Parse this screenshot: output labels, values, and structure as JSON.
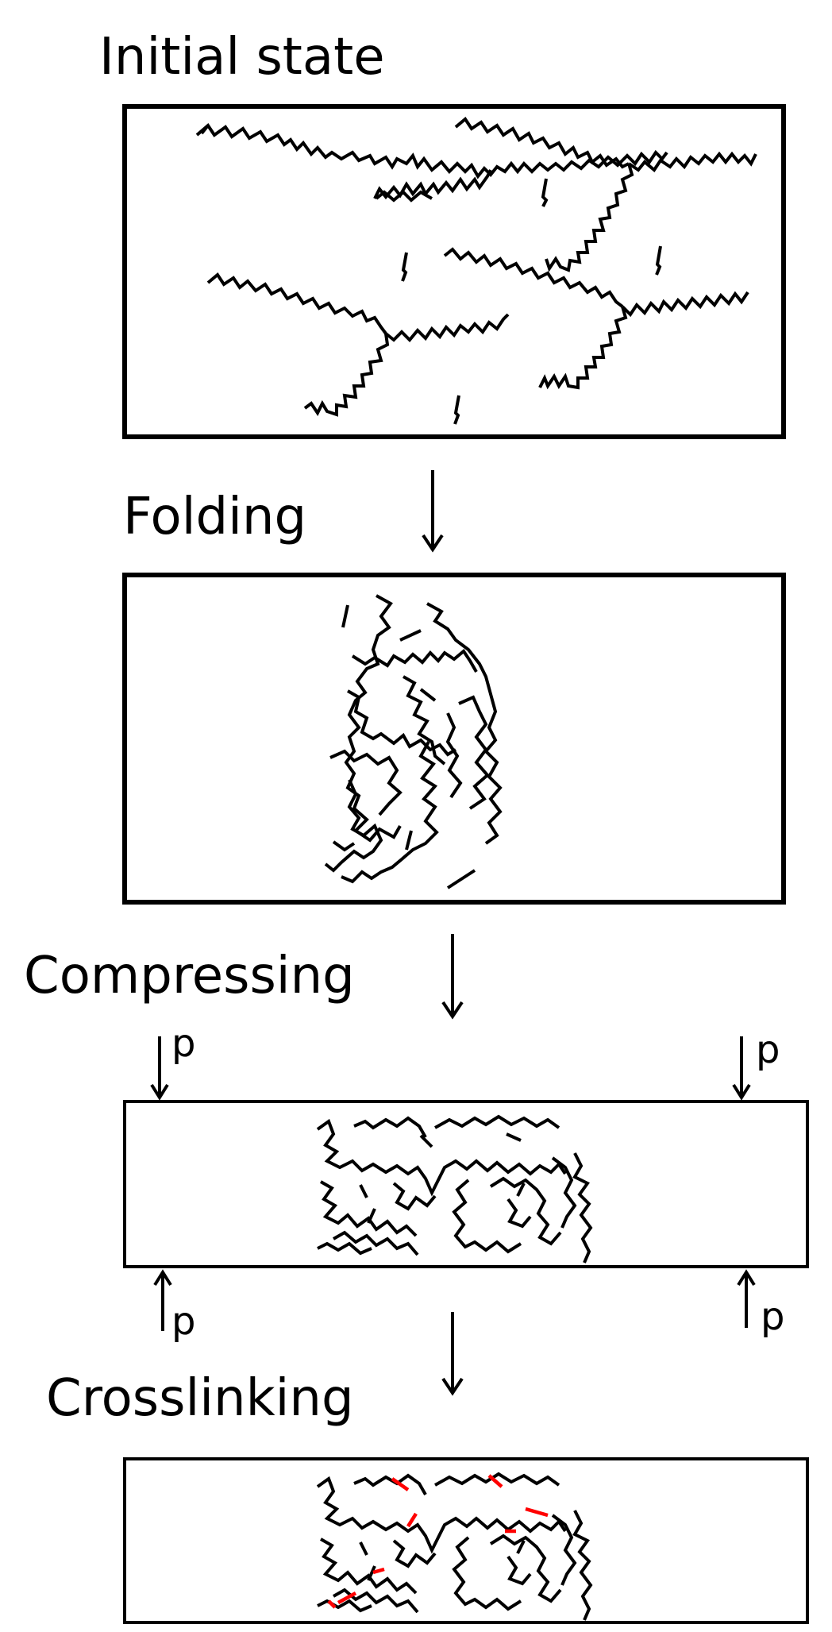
{
  "stages": [
    {
      "title": "Initial state"
    },
    {
      "title": "Folding"
    },
    {
      "title": "Compressing"
    },
    {
      "title": "Crosslinking"
    }
  ],
  "pressure": {
    "symbol": "p"
  },
  "colors": {
    "chain": "#000000",
    "crosslink": "#ff0000",
    "background": "#ffffff"
  }
}
